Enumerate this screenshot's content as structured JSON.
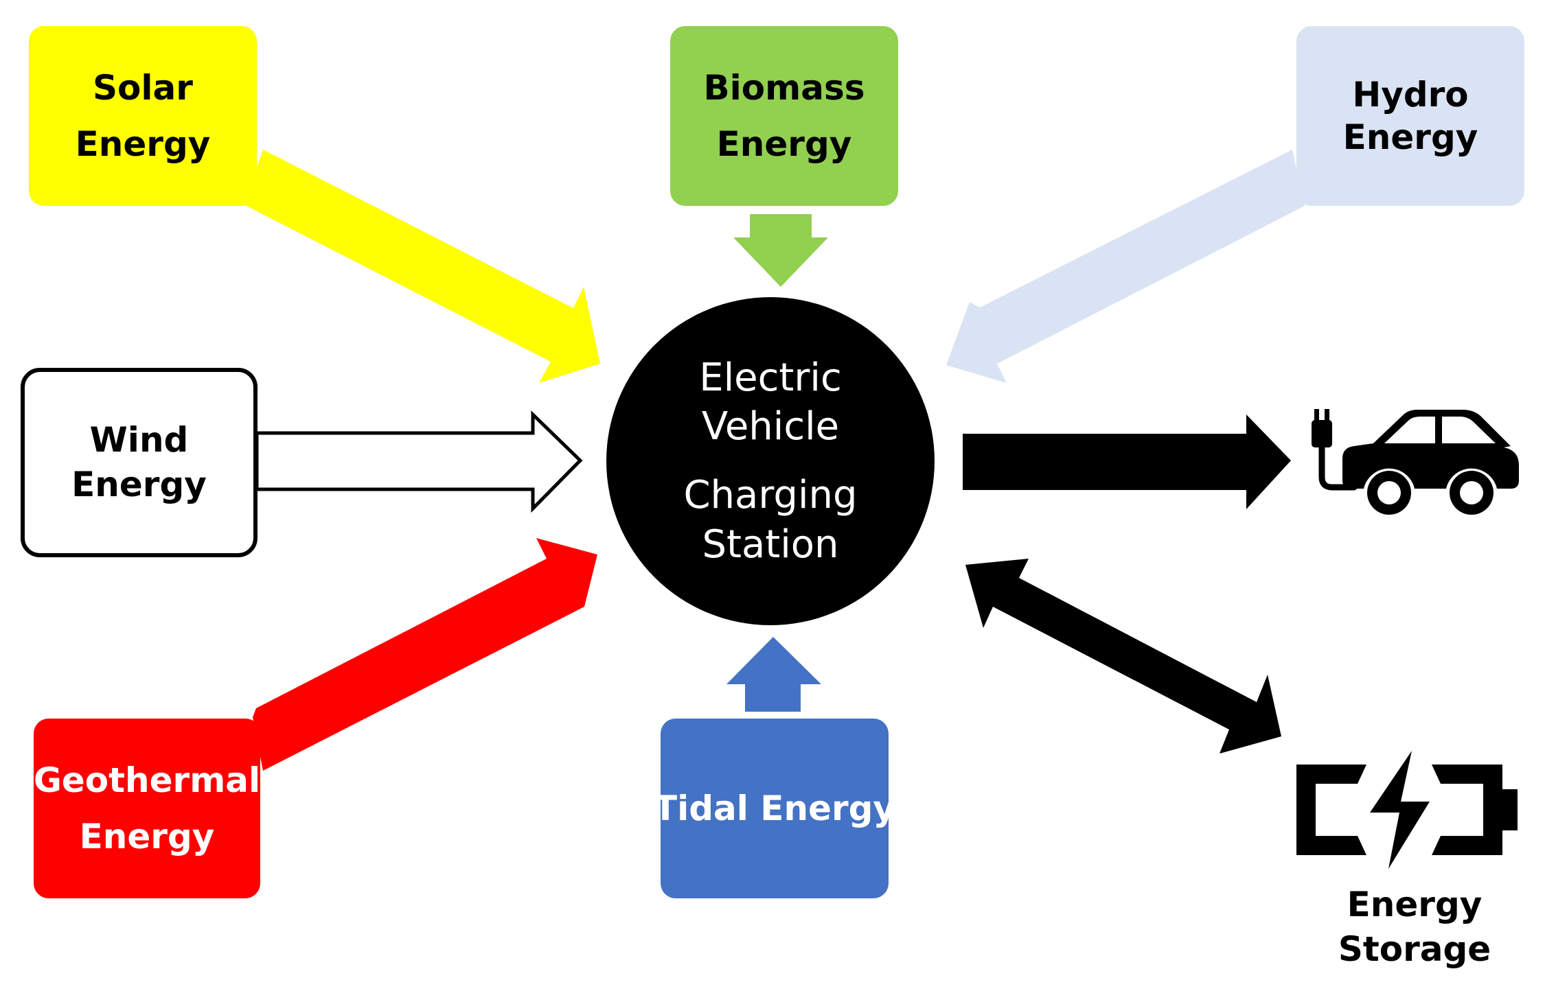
{
  "hub": {
    "line1": "Electric",
    "line2": "Vehicle",
    "line3": "Charging",
    "line4": "Station"
  },
  "sources": {
    "solar": {
      "line1": "Solar",
      "line2": "Energy",
      "color": "#FFFF00"
    },
    "biomass": {
      "line1": "Biomass",
      "line2": "Energy",
      "color": "#92D050"
    },
    "hydro": {
      "line1": "Hydro",
      "line2": "Energy",
      "color": "#DAE3F3"
    },
    "wind": {
      "line1": "Wind",
      "line2": "Energy",
      "color": "#FFFFFF"
    },
    "geothermal": {
      "line1": "Geothermal",
      "line2": "Energy",
      "color": "#FF0000"
    },
    "tidal": {
      "line1": "Tidal Energy",
      "color": "#4472C4"
    }
  },
  "outputs": {
    "vehicle": {
      "icon": "ev-car-icon"
    },
    "storage": {
      "icon": "battery-charge-icon",
      "line1": "Energy",
      "line2": "Storage"
    }
  },
  "colors": {
    "hub": "#000000",
    "hub_text": "#FFFFFF",
    "geothermal_text": "#FFFFFF",
    "tidal_text": "#FFFFFF",
    "output_arrows": "#000000"
  }
}
